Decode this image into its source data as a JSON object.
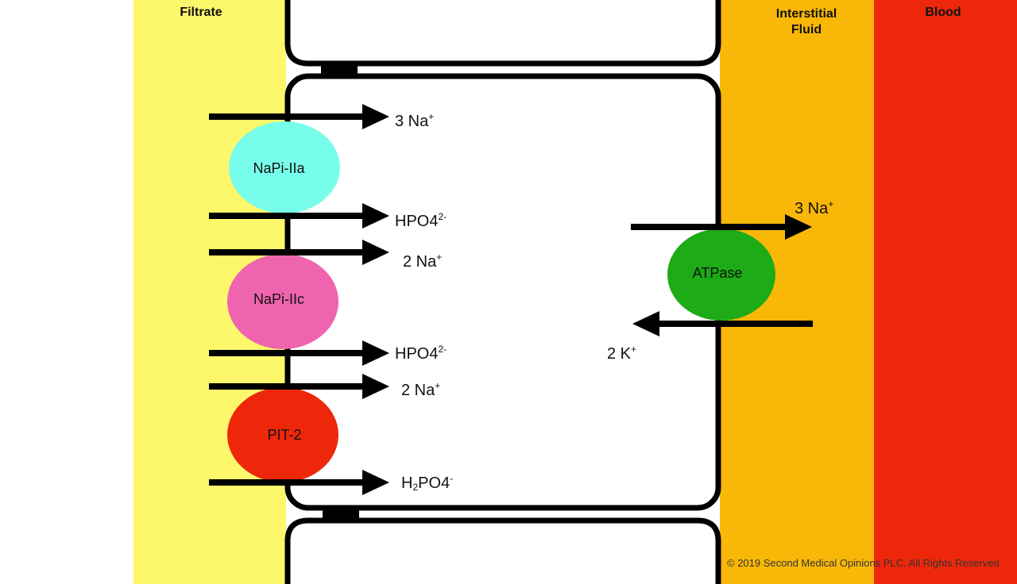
{
  "regions": {
    "filtrate": "Filtrate",
    "interstitial_line1": "Interstitial",
    "interstitial_line2": "Fluid",
    "blood": "Blood"
  },
  "proteins": {
    "napi_iia": "NaPi-IIa",
    "napi_iic": "NaPi-IIc",
    "pit2": "PIT-2",
    "atpase": "ATPase"
  },
  "ions": {
    "na_3a": {
      "base": "3 Na",
      "sup": "+"
    },
    "hpo4_a": {
      "base": "HPO4",
      "sup": "2-"
    },
    "na_2a": {
      "base": "2 Na",
      "sup": "+"
    },
    "hpo4_b": {
      "base": "HPO4",
      "sup": "2-"
    },
    "na_2b": {
      "base": "2 Na",
      "sup": "+"
    },
    "h2po4": {
      "pre": "H",
      "sub": "2",
      "post": "PO4",
      "sup": "-"
    },
    "na_3_atp": {
      "base": "3 Na",
      "sup": "+"
    },
    "k_2": {
      "base": "2 K",
      "sup": "+"
    }
  },
  "colors": {
    "filtrate": "#FDF76B",
    "interstitial": "#F9B808",
    "blood": "#EE270A",
    "napi_iia": "#79FDEB",
    "napi_iic": "#EE64AE",
    "pit2": "#EE270A",
    "atpase": "#1DAB16"
  },
  "copyright": "© 2019 Second Medical Opinions PLC. All Rights Reserved"
}
